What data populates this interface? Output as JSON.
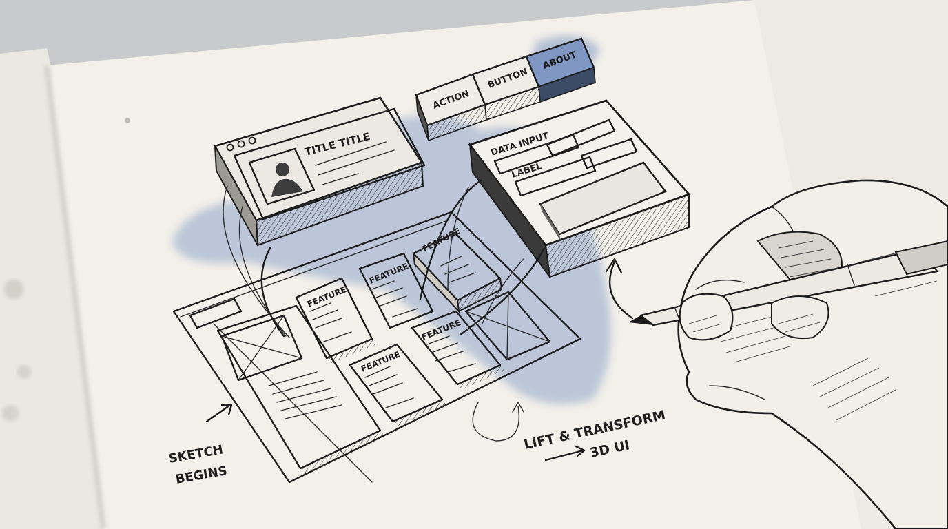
{
  "buttons": [
    "ACTION",
    "BUTTON",
    "ABOUT"
  ],
  "profile_card": {
    "title": "TITLE TITLE"
  },
  "form_card": {
    "heading": "DATA INPUT",
    "label": "LABEL"
  },
  "feature_cards": [
    "FEATURE",
    "FEATURE",
    "FEATURE",
    "FEATURE",
    "FEATURE"
  ],
  "annotations": {
    "sketch_begins": [
      "SKETCH",
      "BEGINS"
    ],
    "lift_transform": [
      "LIFT & TRANSFORM",
      "3D UI"
    ]
  },
  "colors": {
    "paper": "#f1eee7",
    "watercolor": "#8ea4c8",
    "accent_button": "#7f97c2",
    "ink": "#1c1c1c"
  }
}
